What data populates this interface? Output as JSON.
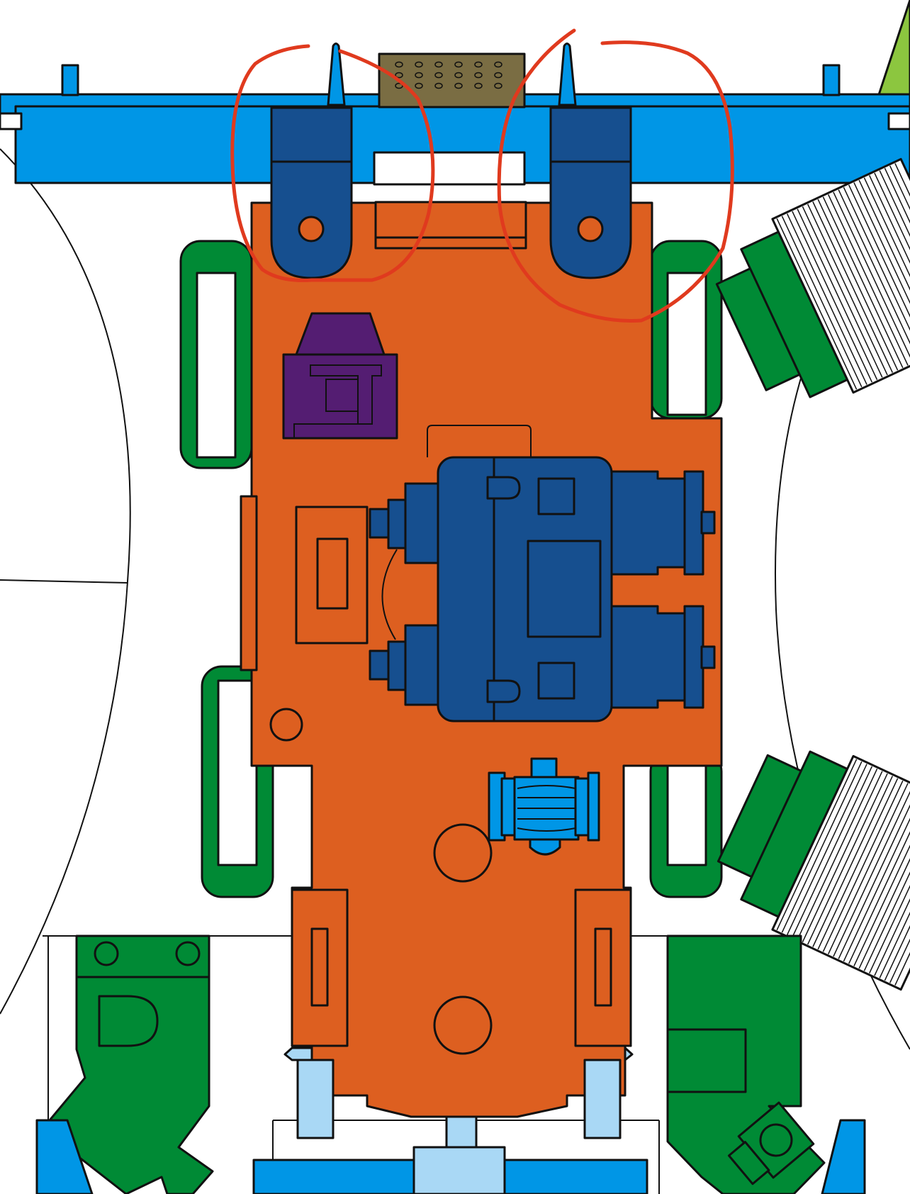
{
  "diagram": {
    "colors": {
      "frame_blue": "#0096e6",
      "light_blue": "#a9d8f5",
      "navy": "#164f8f",
      "orange": "#dd5f20",
      "green": "#008a35",
      "lime": "#8cc63f",
      "purple": "#541d72",
      "olive": "#7a6d43",
      "outline": "#111111",
      "annotation_red": "#e03a1e",
      "background": "#ffffff"
    },
    "parts": [
      {
        "id": "top-crossbeam",
        "color": "frame_blue"
      },
      {
        "id": "hinge-bracket-left",
        "color": "navy"
      },
      {
        "id": "hinge-bracket-right",
        "color": "navy"
      },
      {
        "id": "connector-block",
        "color": "olive"
      },
      {
        "id": "main-chassis-plate",
        "color": "orange"
      },
      {
        "id": "purple-module",
        "color": "purple"
      },
      {
        "id": "gearbox-assembly",
        "color": "navy"
      },
      {
        "id": "small-pump",
        "color": "frame_blue"
      },
      {
        "id": "side-handle-loops",
        "color": "green"
      },
      {
        "id": "roller-drums",
        "color": "green"
      },
      {
        "id": "bottom-brackets",
        "color": "green"
      },
      {
        "id": "lime-wedge",
        "color": "lime"
      }
    ],
    "annotations": [
      {
        "shape": "hand-drawn circle",
        "target": "hinge-bracket-left",
        "color": "annotation_red"
      },
      {
        "shape": "hand-drawn circle",
        "target": "hinge-bracket-right",
        "color": "annotation_red"
      }
    ]
  }
}
